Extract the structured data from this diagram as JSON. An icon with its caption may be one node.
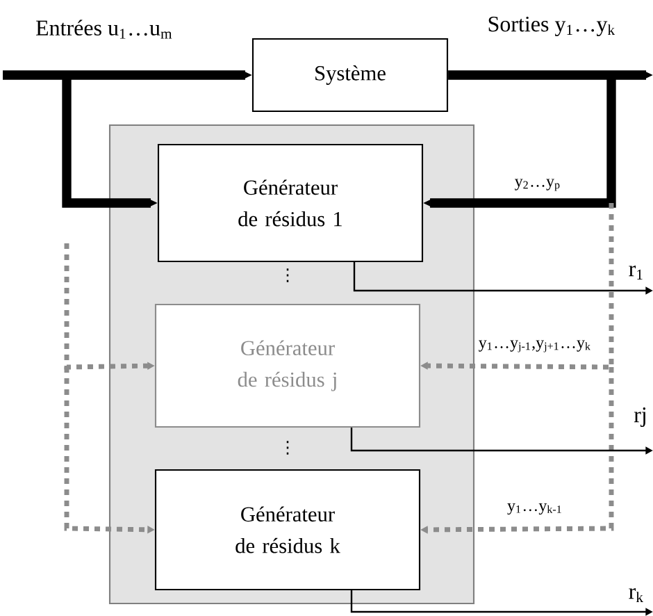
{
  "diagram": {
    "nodes": [
      {
        "text": [
          "Système"
        ]
      },
      {
        "text": [],
        "shape": "box"
      },
      {
        "text": [
          "Générateur de résidus 1"
        ],
        "in": 1
      },
      {
        "text": [
          "Générateur de résidus j"
        ],
        "in": 1
      },
      {
        "text": [
          "Générateur de résidus k"
        ],
        "in": 1
      }
    ],
    "edges": [
      {
        "from": null,
        "to": 0,
        "arrow": "to",
        "label": "Entrées u$_{1}$…u$_{m}$",
        "style": "thick"
      },
      {
        "from": 0,
        "to": null,
        "arrow": "to",
        "label": "Sorties y$_{1}$…y$_{k}$",
        "style": "thick"
      },
      {
        "from": null,
        "to": 2,
        "arrow": "to",
        "style": "thick"
      },
      {
        "from": null,
        "to": 3,
        "arrow": "to",
        "style": "dashed",
        "color": "#8c8c8c"
      },
      {
        "from": null,
        "to": 4,
        "arrow": "to",
        "style": "dashed",
        "color": "#8c8c8c"
      },
      {
        "from": null,
        "to": 2,
        "arrow": "to",
        "label": "y$_{2}$…y$_{p}$",
        "style": "thick"
      },
      {
        "from": null,
        "to": 3,
        "arrow": "to",
        "label": "y$_{1}$…y$_{j-1}$,y$_{j+1}$…y$_{k}$",
        "style": "dashed",
        "color": "#8c8c8c"
      },
      {
        "from": null,
        "to": 4,
        "arrow": "to",
        "label": "y$_{1}$…y$_{k-1}$",
        "style": "dashed",
        "color": "#8c8c8c"
      },
      {
        "from": 2,
        "to": null,
        "arrow": "to",
        "label": "r$_{1}$"
      },
      {
        "from": 3,
        "to": null,
        "arrow": "to",
        "label": "rj"
      },
      {
        "from": 4,
        "to": null,
        "arrow": "to",
        "label": "r$_{k}$"
      }
    ],
    "labels": [
      "⋮",
      "⋮"
    ]
  }
}
